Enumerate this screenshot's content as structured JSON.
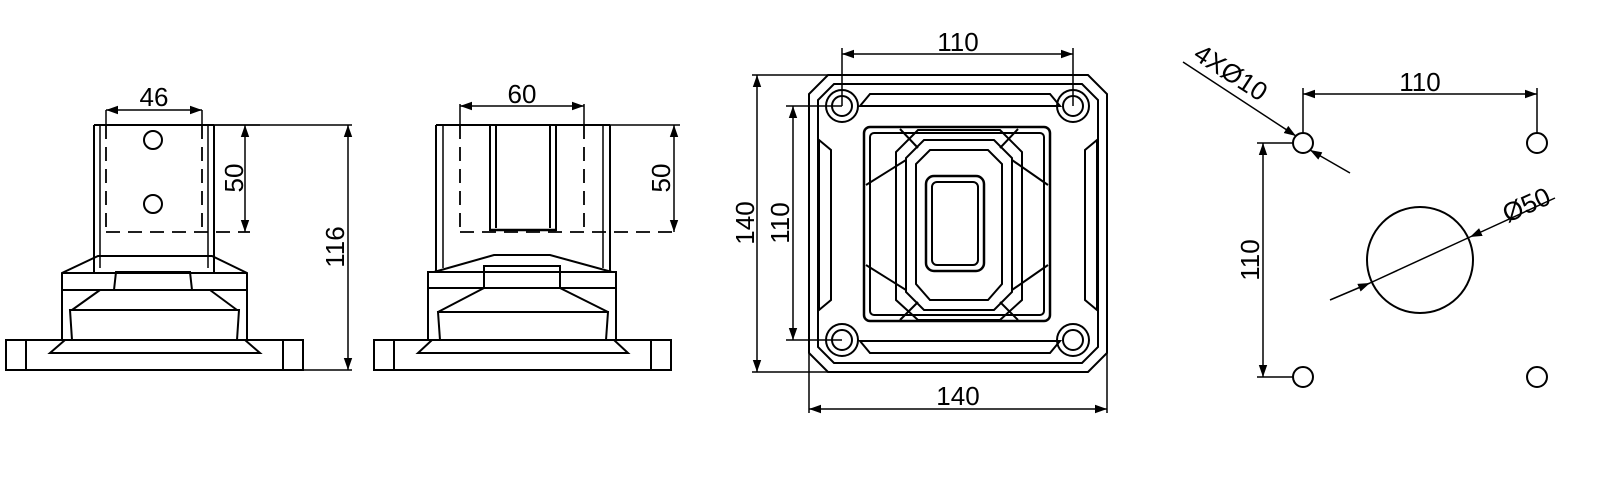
{
  "views": {
    "side": {
      "width": "46",
      "hole_spacing": "50",
      "height": "116"
    },
    "front": {
      "width": "60",
      "depth": "50"
    },
    "top": {
      "hole_spacing_h": "110",
      "hole_spacing_v": "110",
      "base_height": "140",
      "base_width": "140"
    },
    "pattern": {
      "hole_callout": "4XØ10",
      "spacing_h": "110",
      "spacing_v": "110",
      "center_diameter": "Ø50"
    }
  }
}
